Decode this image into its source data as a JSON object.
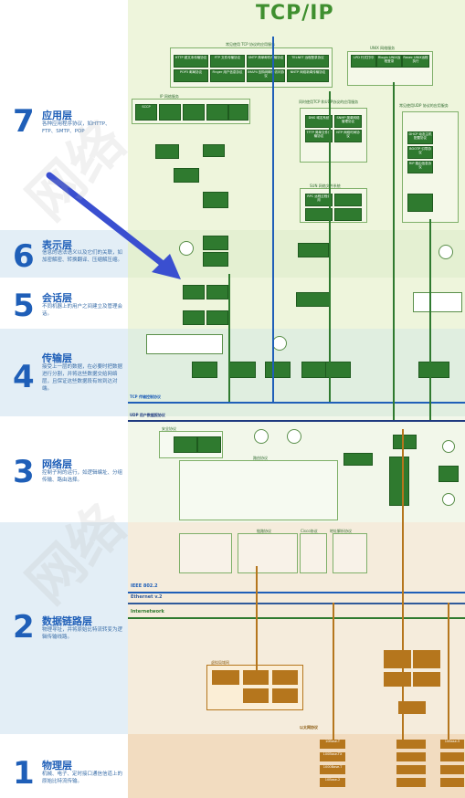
{
  "title": "TCP/IP",
  "layers": [
    {
      "num": "7",
      "name": "应用层",
      "desc": "各种应用程序协议，如HTTP、FTP、SMTP、POP"
    },
    {
      "num": "6",
      "name": "表示层",
      "desc": "信息的语法语义以及它们的关联，如加密解密、转换翻译、压缩解压缩。"
    },
    {
      "num": "5",
      "name": "会话层",
      "desc": "不同机器上的用户之间建立及管理会话。"
    },
    {
      "num": "4",
      "name": "传输层",
      "desc": "接受上一层的数据，在必要时把数据进行分割，并将这些数据交给网络层，且保证这些数据段有效到达对端。"
    },
    {
      "num": "3",
      "name": "网络层",
      "desc": "控制子网的运行，如逻辑编址、分组传输、路由选择。"
    },
    {
      "num": "2",
      "name": "数据链路层",
      "desc": "物理寻址，并将原始比特流转变为逻辑传输线路。"
    },
    {
      "num": "1",
      "name": "物理层",
      "desc": "机械、电子、定时接口通信信道上的原始比特流传输。"
    }
  ],
  "groups": {
    "tcp_app": "常见使用 TCP 协议的应用服务",
    "unix": "UNIX 网络服务",
    "ip_app": "IP 网络服务",
    "tcp_udp": "同时使用TCP 和UDP协议的应用服务",
    "udp_app": "常见使用UDP 协议的应用服务",
    "sun": "SUN 网络文件系统",
    "security": "安全协议",
    "routing": "路由协议",
    "link_proto": "链路协议",
    "addr": "地址解析协议",
    "cisco": "Cisco协议",
    "vlan": "虚拟局域网",
    "ethernet": "以太网协议"
  },
  "boxes_app": [
    "HTTP 超文本传输协议",
    "FTP 文件传输协议",
    "SMTP 简单邮件传输协议",
    "TELNET 远程登录协议",
    "LPD 行式打印",
    "Rlogin UNIX远程登录",
    "Rexec UNIX远程执行",
    "POP3 邮局协议",
    "Finger 用户信息协议",
    "IMAP4 因特网邮件访问协议",
    "NNTP 网络新闻传输协议",
    "SCCP",
    "DNS 域名系统",
    "SNMP 简单网络管理协议",
    "TFTP 简单文件传输协议",
    "NTP 网络时间协议",
    "DHCP 动态主机配置协议",
    "BOOTP 引导协议",
    "RIP 路由信息协议",
    "RPC 远程过程调用"
  ],
  "buses": {
    "tcp": "TCP 传输控制协议",
    "udp": "UDP 用户数据报协议",
    "ieee": "IEEE 802.2",
    "eth": "Ethernet v.2",
    "internetwork": "Internetwork"
  },
  "phys": [
    "10Base-T",
    "100Base-TX",
    "1000Base-T",
    "10Base-2",
    "10Base-5"
  ],
  "colors": {
    "accent": "#1f5fb8",
    "green": "#2f7a2f",
    "orange": "#b5761d",
    "arrow": "#3a4fd0"
  }
}
